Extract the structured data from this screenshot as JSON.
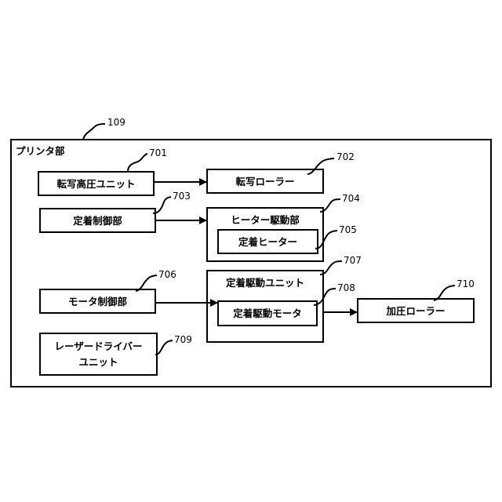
{
  "section": {
    "label": "プリンタ部",
    "ref": "109"
  },
  "blocks": {
    "transfer_hv_unit": {
      "label": "転写高圧ユニット",
      "ref": "701"
    },
    "transfer_roller": {
      "label": "転写ローラー",
      "ref": "702"
    },
    "fixing_controller": {
      "label": "定着制御部",
      "ref": "703"
    },
    "heater_driver": {
      "label": "ヒーター駆動部",
      "ref": "704"
    },
    "fixing_heater": {
      "label": "定着ヒーター",
      "ref": "705"
    },
    "motor_controller": {
      "label": "モータ制御部",
      "ref": "706"
    },
    "fixing_drive_unit": {
      "label": "定着駆動ユニット",
      "ref": "707"
    },
    "fixing_drive_motor": {
      "label": "定着駆動モータ",
      "ref": "708"
    },
    "laser_driver_unit": {
      "label_line1": "レーザードライバー",
      "label_line2": "ユニット",
      "ref": "709"
    },
    "pressure_roller": {
      "label": "加圧ローラー",
      "ref": "710"
    }
  }
}
